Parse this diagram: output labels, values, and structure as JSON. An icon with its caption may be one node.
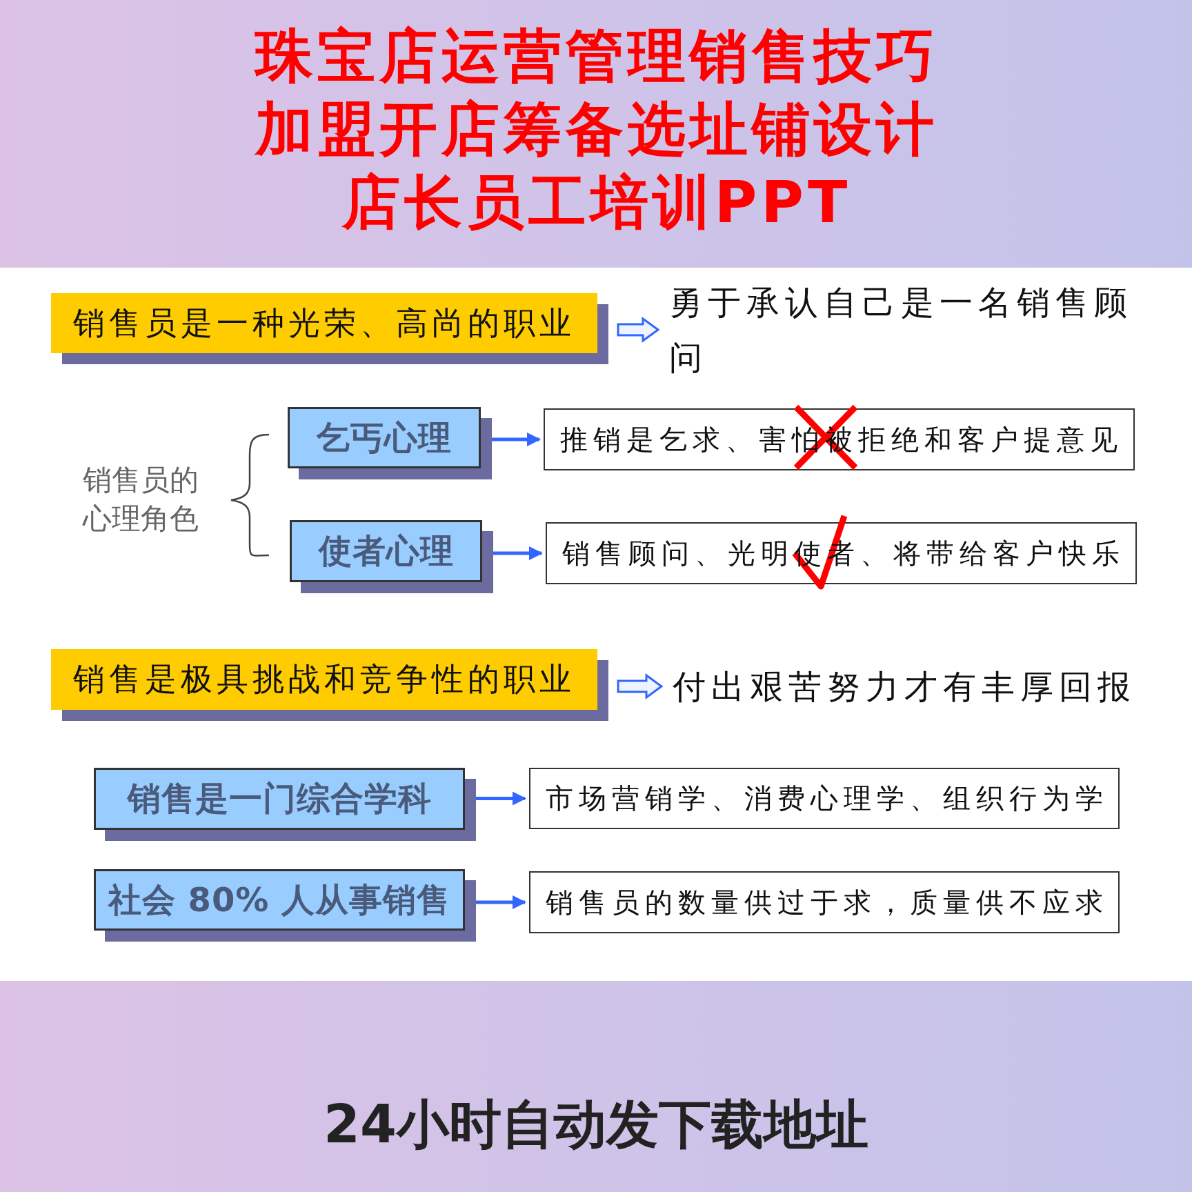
{
  "diagram": {
    "title": "珠宝店运营管理销售技巧加盟开店筹备选址铺设计店长员工培训PPT",
    "nodes": [
      {
        "text": [
          "销售员是一种光荣、高尚的职业"
        ]
      },
      {
        "text": [
          "勇于承认自己是一名销售顾问"
        ]
      },
      {
        "text": [
          "乞丐心理"
        ]
      },
      {
        "text": [
          "推销是乞求、害怕被拒绝和客户提意见"
        ]
      },
      {
        "text": [
          "使者心理"
        ]
      },
      {
        "text": [
          "销售顾问、光明使者、将带给客户快乐"
        ]
      },
      {
        "text": [
          "销售是极具挑战和竞争性的职业"
        ]
      },
      {
        "text": [
          "付出艰苦努力才有丰厚回报"
        ]
      },
      {
        "text": [
          "销售是一门综合学科"
        ]
      },
      {
        "text": [
          "市场营销学、消费心理学、组织行为学"
        ]
      },
      {
        "text": [
          "社会 80% 人从事销售"
        ]
      },
      {
        "text": [
          "销售员的数量供过于求，质量供不应求"
        ]
      }
    ],
    "edges": [
      {
        "from": 0,
        "to": 1,
        "arrow": "to",
        "style": "thick"
      },
      {
        "from": 2,
        "to": 3,
        "arrow": "to"
      },
      {
        "from": 4,
        "to": 5,
        "arrow": "to"
      },
      {
        "from": 6,
        "to": 7,
        "arrow": "to",
        "style": "thick"
      },
      {
        "from": 8,
        "to": 9,
        "arrow": "to"
      },
      {
        "from": 10,
        "to": 11,
        "arrow": "to"
      }
    ],
    "labels": [
      "销售员的心理角色"
    ],
    "caption": "24小时自动发下载地址"
  }
}
